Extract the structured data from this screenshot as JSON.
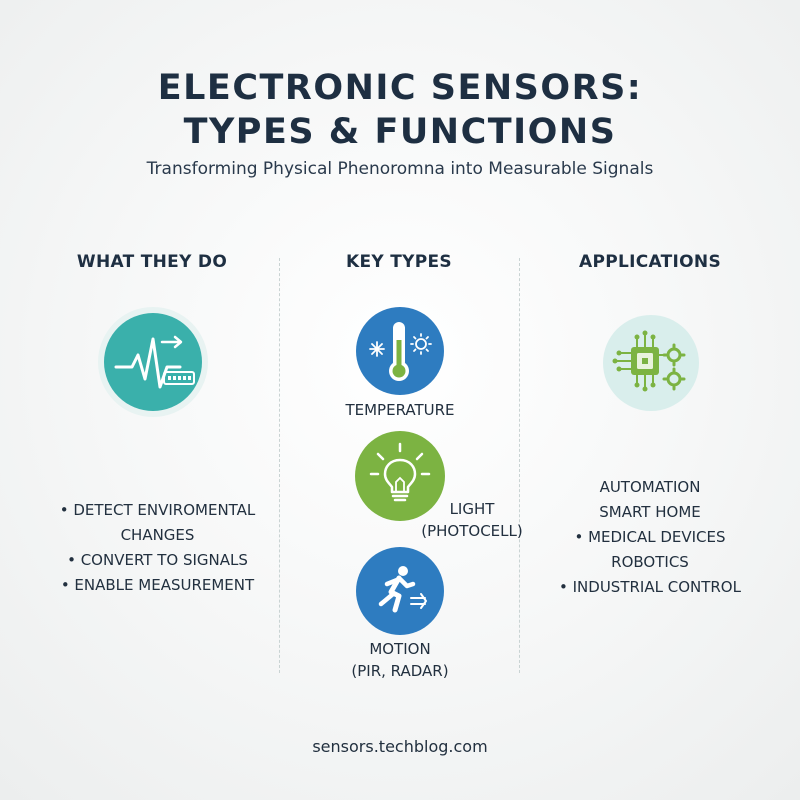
{
  "title": {
    "line1": "ELECTRONIC SENSORS:",
    "line2": "TYPES & FUNCTIONS"
  },
  "subtitle": "Transforming Physical Phenoromna into Measurable Signals",
  "columns": {
    "what_they_do": {
      "heading": "WHAT THEY DO",
      "icon": "waveform-signal-icon",
      "bullets": [
        "• DETECT ENVIROMENTAL",
        "CHANGES",
        "• CONVERT TO SIGNALS",
        "• ENABLE MEASUREMENT"
      ]
    },
    "key_types": {
      "heading": "KEY TYPES",
      "items": [
        {
          "icon": "thermometer-icon",
          "label_lines": [
            "TEMPERATURE"
          ],
          "color": "#2e7cc0"
        },
        {
          "icon": "lightbulb-icon",
          "label_lines": [
            "LIGHT",
            "(PHOTOCELL)"
          ],
          "color": "#7cb342"
        },
        {
          "icon": "running-person-icon",
          "label_lines": [
            "MOTION",
            "(PIR, RADAR)"
          ],
          "color": "#2e7cc0"
        }
      ]
    },
    "applications": {
      "heading": "APPLICATIONS",
      "icon": "chip-gears-icon",
      "bullets": [
        "AUTOMATION",
        "SMART HOME",
        "• MEDICAL DEVICES",
        "ROBOTICS",
        "• INDUSTRIAL CONTROL"
      ]
    }
  },
  "footer": "sensors.techblog.com",
  "colors": {
    "teal": "#3ab0ab",
    "blue": "#2e7cc0",
    "green": "#7cb342",
    "navy": "#1e2f42",
    "light_teal_bg": "#d9eeec"
  }
}
